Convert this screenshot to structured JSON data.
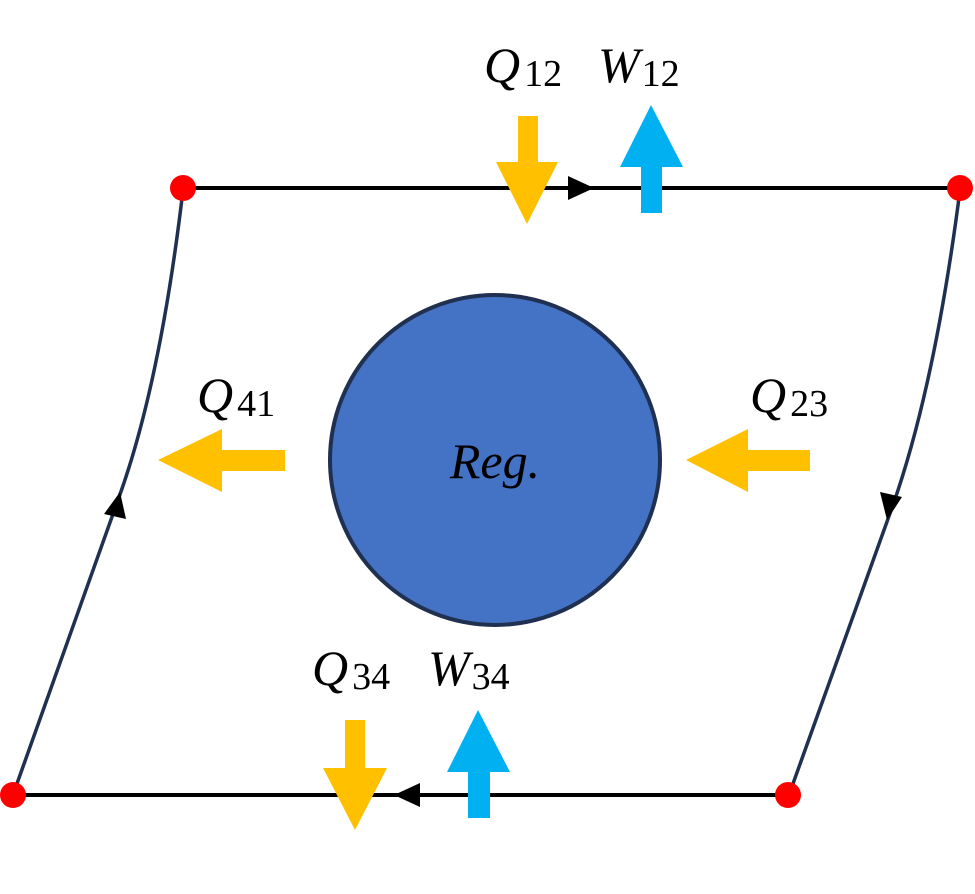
{
  "labels": {
    "q12": {
      "sym": "Q",
      "sub": "12"
    },
    "w12": {
      "sym": "W",
      "sub": "12"
    },
    "q23": {
      "sym": "Q",
      "sub": "23"
    },
    "q34": {
      "sym": "Q",
      "sub": "34"
    },
    "w34": {
      "sym": "W",
      "sub": "34"
    },
    "q41": {
      "sym": "Q",
      "sub": "41"
    }
  },
  "regenerator": {
    "label": "Reg."
  },
  "colors": {
    "heat": "#FFC000",
    "work": "#00B0F0",
    "regenerator": "#4472C4",
    "state_point": "#FF0000",
    "curve": "#1F3050"
  }
}
